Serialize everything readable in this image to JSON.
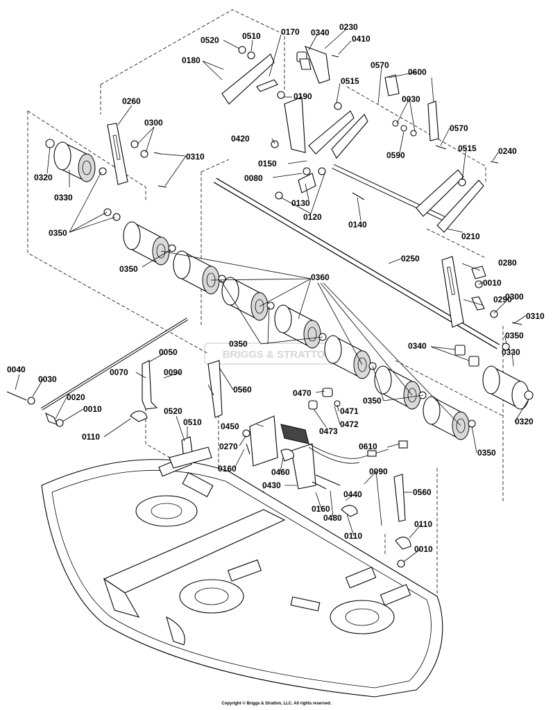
{
  "labels": {
    "p0520a": "0520",
    "p0510a": "0510",
    "p0170": "0170",
    "p0340a": "0340",
    "p0230": "0230",
    "p0410": "0410",
    "p0180": "0180",
    "p0190": "0190",
    "p0515a": "0515",
    "p0570a": "0570",
    "p0600": "0600",
    "p0260": "0260",
    "p0300a": "0300",
    "p0310a": "0310",
    "p0420": "0420",
    "p0030a": "0030",
    "p0590": "0590",
    "p0570b": "0570",
    "p0150": "0150",
    "p0515b": "0515",
    "p0240": "0240",
    "p0320a": "0320",
    "p0330a": "0330",
    "p0080": "0080",
    "p0130": "0130",
    "p0120": "0120",
    "p0140": "0140",
    "p0210": "0210",
    "p0350a": "0350",
    "p0250": "0250",
    "p0280": "0280",
    "p0010a": "0010",
    "p0350b": "0350",
    "p0360": "0360",
    "p0290": "0290",
    "p0300b": "0300",
    "p0310b": "0310",
    "p0350c": "0350",
    "p0350d": "0350",
    "p0340b": "0340",
    "p0330b": "0330",
    "p0040": "0040",
    "p0030b": "0030",
    "p0050": "0050",
    "p0070": "0070",
    "p0090a": "0090",
    "p0560a": "0560",
    "p0470": "0470",
    "p0020": "0020",
    "p0010b": "0010",
    "p0471": "0471",
    "p0350e": "0350",
    "p0472": "0472",
    "p0320b": "0320",
    "p0520b": "0520",
    "p0510b": "0510",
    "p0110a": "0110",
    "p0450": "0450",
    "p0473": "0473",
    "p0270": "0270",
    "p0610": "0610",
    "p0350f": "0350",
    "p0160a": "0160",
    "p0460": "0460",
    "p0090b": "0090",
    "p0430": "0430",
    "p0560b": "0560",
    "p0440": "0440",
    "p0160b": "0160",
    "p0480": "0480",
    "p0110b": "0110",
    "p0110c": "0110",
    "p0010c": "0010"
  },
  "watermark": "BRIGGS & STRATTON",
  "copyright": "Copyright © Briggs & Stratton, LLC. All rights reserved."
}
